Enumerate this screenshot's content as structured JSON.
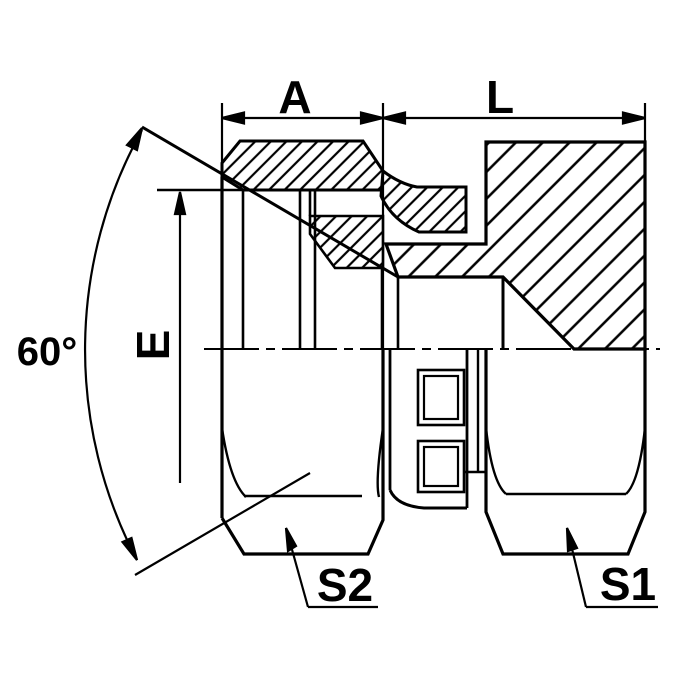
{
  "page": {
    "background": "#ffffff"
  },
  "drawing": {
    "type": "technical-section-drawing",
    "stroke_color": "#000000",
    "labels": {
      "dim_nut_length": "A",
      "dim_body_length": "L",
      "dim_cone_diameter": "E",
      "cone_angle": "60°",
      "hex_left": "S2",
      "hex_right": "S1"
    }
  }
}
